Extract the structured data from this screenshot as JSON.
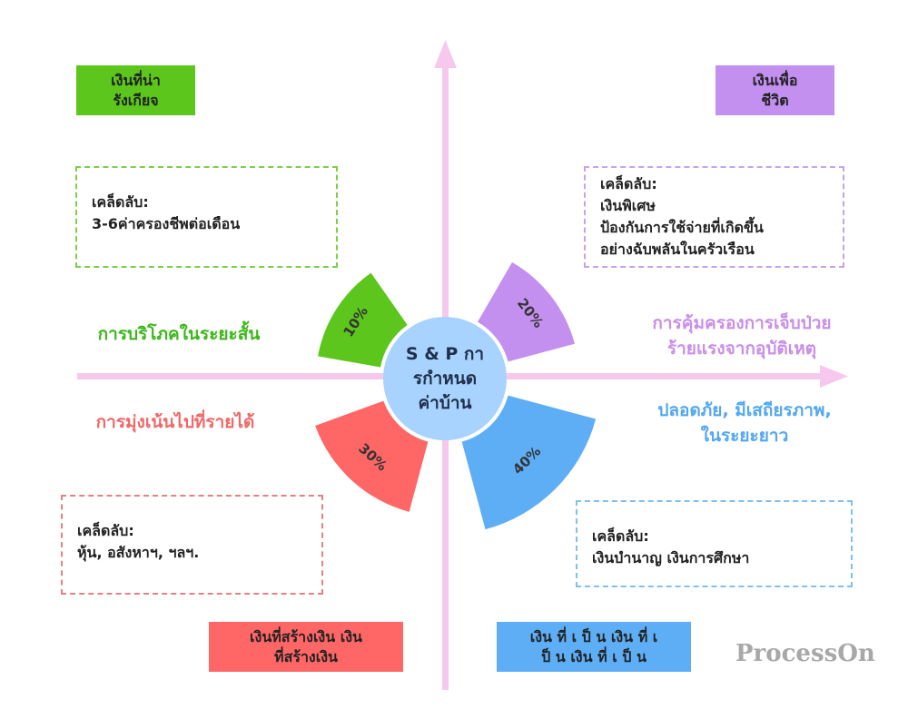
{
  "center": {
    "label": "S & P การกำหนดค่าบ้าน",
    "line1": "S & P กา",
    "line2": "รกำหนด",
    "line3": "ค่าบ้าน"
  },
  "quadrants": {
    "top_left": {
      "tag_line1": "เงินที่น่า",
      "tag_line2": "รังเกียจ",
      "tip_title": "เคล็ดลับ:",
      "tip_lines": [
        "3-6ค่าครองชีพต่อเดือน"
      ],
      "side_lines": [
        "การบริโภคในระยะสั้น"
      ],
      "percent": "10%",
      "color": "#5cc61d"
    },
    "top_right": {
      "tag_line1": "เงินเพื่อ",
      "tag_line2": "ชีวิต",
      "tip_title": "เคล็ดลับ:",
      "tip_lines": [
        "เงินพิเศษ",
        "ป้องกันการใช้จ่ายที่เกิดขึ้น",
        "อย่างฉับพลันในครัวเรือน"
      ],
      "side_lines": [
        "การคุ้มครองการเจ็บป่วย",
        "ร้ายแรงจากอุบัติเหตุ"
      ],
      "percent": "20%",
      "color": "#c490f0"
    },
    "bottom_left": {
      "tag_line1": "เงินที่สร้างเงิน เงิน",
      "tag_line2": "ที่สร้างเงิน",
      "tip_title": "เคล็ดลับ:",
      "tip_lines": [
        "หุ้น, อสังหาฯ, ฯลฯ."
      ],
      "side_lines": [
        "การมุ่งเน้นไปที่รายได้"
      ],
      "percent": "30%",
      "color": "#ff6666"
    },
    "bottom_right": {
      "tag_line1": "เงิน ที่ เ ป็ น เงิน ที่ เ",
      "tag_line2": "ป็ น เงิน ที่ เ ป็ น",
      "tip_title": "เคล็ดลับ:",
      "tip_lines": [
        "เงินบำนาญ เงินการศึกษา"
      ],
      "side_lines": [
        "ปลอดภัย, มีเสถียรภาพ,",
        "ในระยะยาว"
      ],
      "percent": "40%",
      "color": "#5eaef6"
    }
  },
  "watermark": "ProcessOn",
  "colors": {
    "axis": "#f7c8ee",
    "center_fill": "#a8d3ff",
    "text": "#222222"
  }
}
